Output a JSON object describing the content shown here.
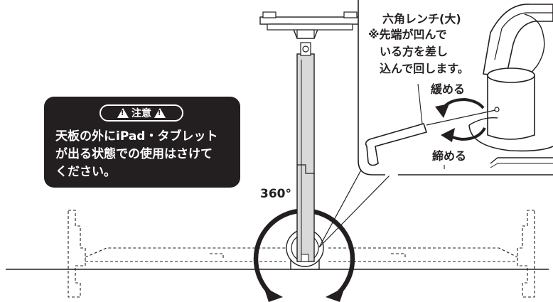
{
  "caution": {
    "title": "注意",
    "icon_left": "warning-triangle-icon",
    "icon_right": "warning-triangle-icon",
    "text": "天板の外にiPad・タブレット\nが出る状態での使用はさけて\nください。"
  },
  "rotation": {
    "label": "360°"
  },
  "callout": {
    "wrench_label": "六角レンチ(大)",
    "wrench_note": "※先端が凹んで\n　いる方を差し\n　込んで回します。",
    "loosen_label": "緩める",
    "tighten_label": "締める"
  },
  "colors": {
    "ink": "#231f20",
    "caution_bg": "#231f20",
    "pole_fill": "#d9d9d9",
    "background": "#ffffff"
  }
}
